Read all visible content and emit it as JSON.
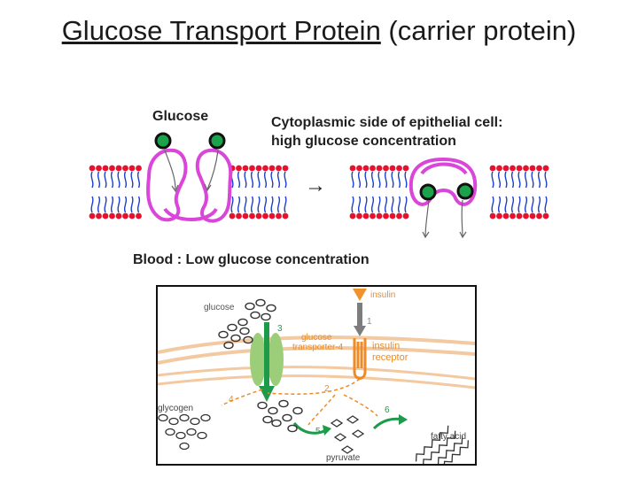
{
  "title": {
    "underlined": "Glucose Transport Protein",
    "rest": " (carrier protein)"
  },
  "membrane": {
    "glucose_label": "Glucose",
    "cytoplasmic_line1": "Cytoplasmic side of epithelial cell:",
    "cytoplasmic_line2": "high glucose concentration",
    "arrow": "→",
    "blood_label": "Blood : Low glucose concentration"
  },
  "inset": {
    "glucose": "glucose",
    "insulin": "insulin",
    "step1": "1",
    "step2": "2",
    "step3": "3",
    "step4": "4",
    "step5": "5",
    "step6": "6",
    "transporter_line1": "glucose",
    "transporter_line2": "transporter-4",
    "receptor_line1": "insulin",
    "receptor_line2": "receptor",
    "glycogen": "glycogen",
    "pyruvate": "pyruvate",
    "fatty_acid": "fatty acid"
  },
  "colors": {
    "lipid_head": "#e8112d",
    "lipid_tail": "#1a3ec9",
    "protein": "#d946d9",
    "glucose_fill": "#1aa34a",
    "insulin_orange": "#f0922b",
    "receptor_orange": "#ef8a24",
    "transporter_green": "#9cce7a",
    "arrow_green": "#1e9b4a",
    "arrow_gray": "#7d7d7d",
    "inset_text_gray": "#8a8a8a",
    "inset_text_orange": "#e98c2a"
  }
}
